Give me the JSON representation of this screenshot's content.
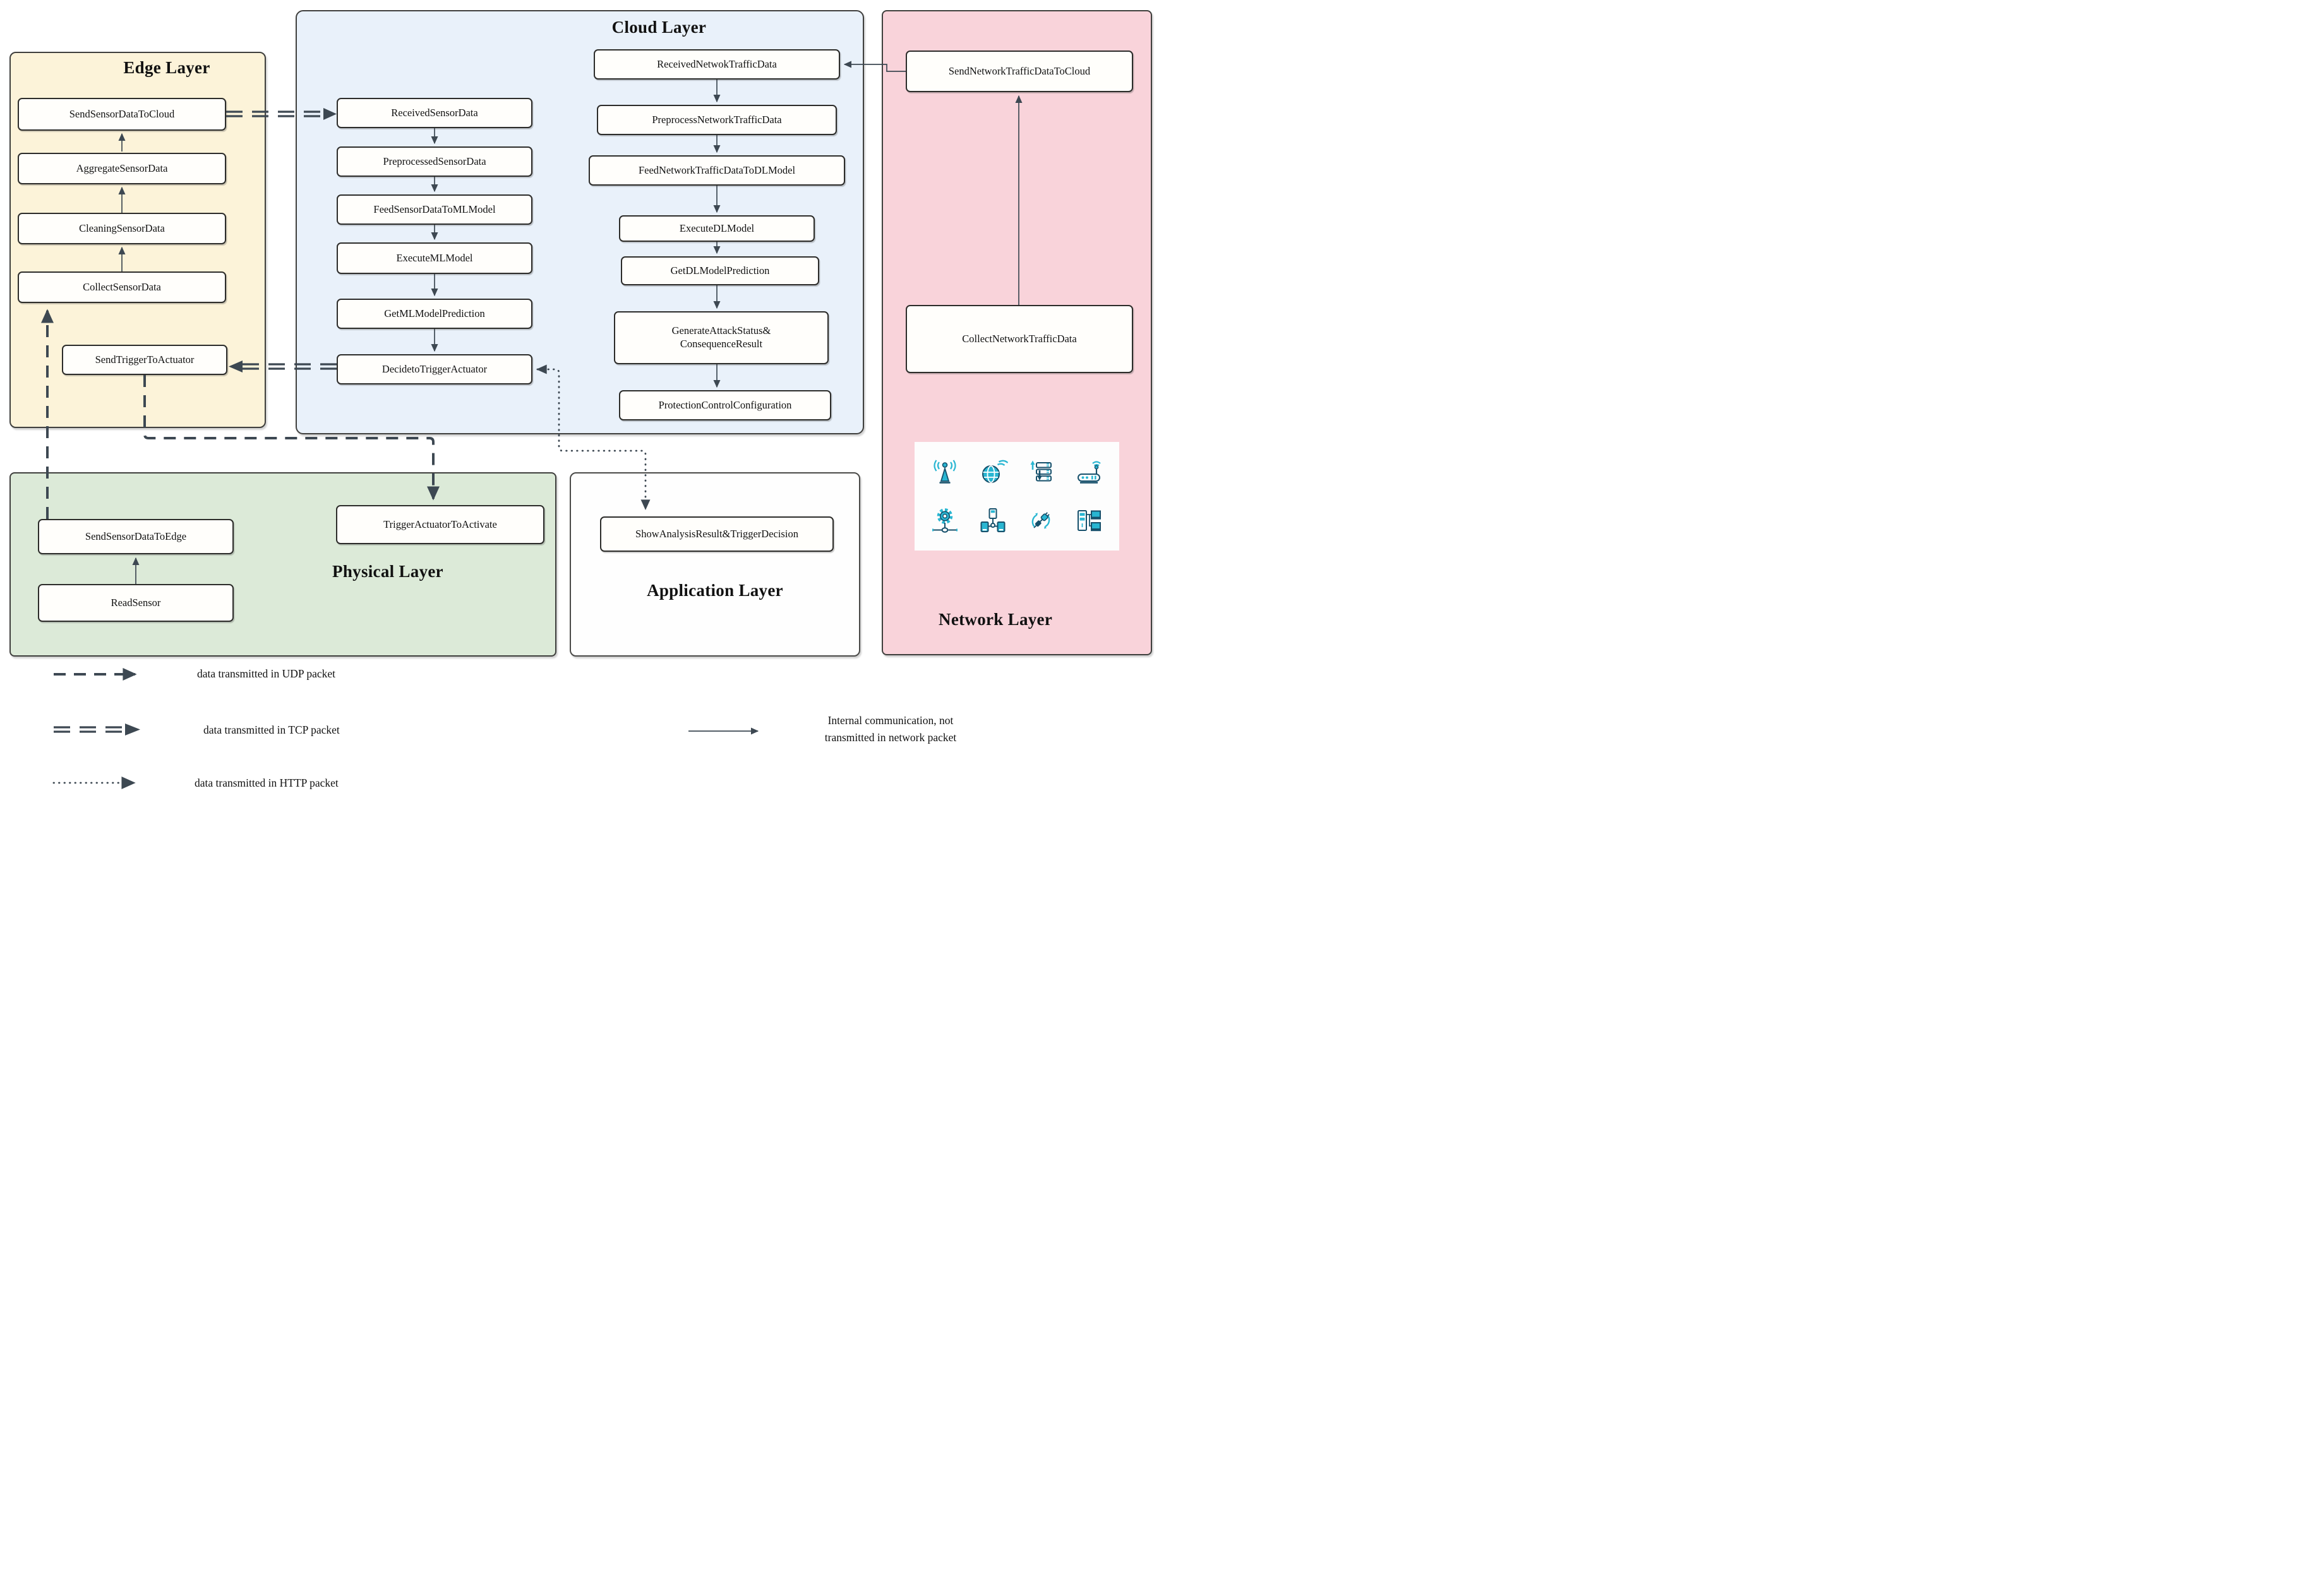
{
  "edge": {
    "title": "Edge Layer",
    "nodes": [
      "SendSensorDataToCloud",
      "AggregateSensorData",
      "CleaningSensorData",
      "CollectSensorData",
      "SendTriggerToActuator"
    ]
  },
  "cloud": {
    "title": "Cloud Layer",
    "sensor_pipeline": [
      "ReceivedSensorData",
      "PreprocessedSensorData",
      "FeedSensorDataToMLModel",
      "ExecuteMLModel",
      "GetMLModelPrediction",
      "DecidetoTriggerActuator"
    ],
    "traffic_pipeline": [
      "ReceivedNetwokTrafficData",
      "PreprocessNetworkTrafficData",
      "FeedNetworkTrafficDataToDLModel",
      "ExecuteDLModel",
      "GetDLModelPrediction",
      "GenerateAttackStatus&\nConsequenceResult",
      "ProtectionControlConfiguration"
    ]
  },
  "network": {
    "title": "Network Layer",
    "nodes": [
      "SendNetworkTrafficDataToCloud",
      "CollectNetworkTrafficData"
    ],
    "device_icons": [
      "signal-tower",
      "globe-wifi",
      "server-data-transfer",
      "wifi-router",
      "gear-network",
      "network-topology",
      "plug-sync",
      "server-workstations"
    ]
  },
  "physical": {
    "title": "Physical Layer",
    "nodes": [
      "SendSensorDataToEdge",
      "ReadSensor",
      "TriggerActuatorToActivate"
    ]
  },
  "application": {
    "title": "Application Layer",
    "nodes": [
      "ShowAnalysisResult&TriggerDecision"
    ]
  },
  "legend": {
    "udp": "data transmitted in UDP packet",
    "tcp": "data transmitted in TCP packet",
    "http": "data transmitted in HTTP packet",
    "internal": "Internal  communication, not\ntransmitted in network packet"
  },
  "colors": {
    "edge_bg": "#fcf3d9",
    "cloud_bg": "#e9f1fa",
    "network_bg": "#f9d3da",
    "physical_bg": "#dcead8",
    "application_bg": "#fefefe",
    "line": "#3d4852",
    "icon_teal": "#29b6d2",
    "icon_dark": "#16506b"
  }
}
